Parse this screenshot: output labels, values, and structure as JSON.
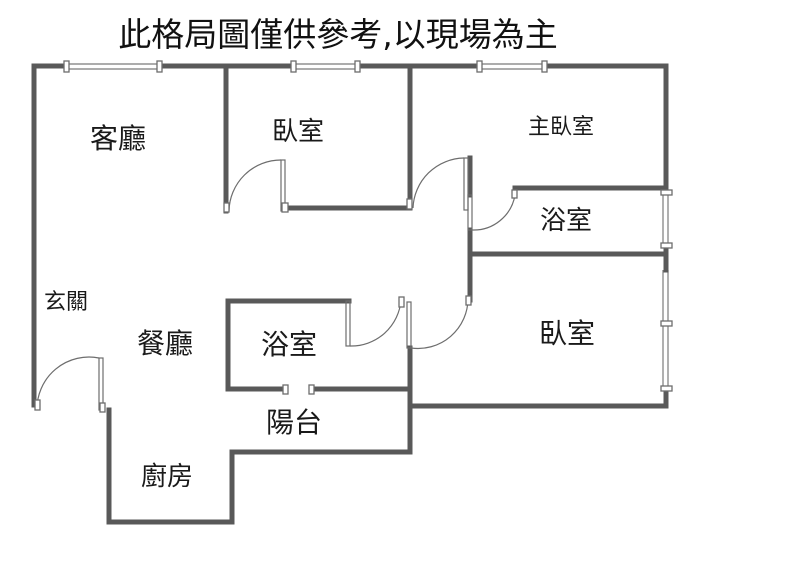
{
  "title": "此格局圖僅供參考,以現場為主",
  "rooms": {
    "living_room": "客廳",
    "bedroom_top": "臥室",
    "master_bedroom": "主臥室",
    "bathroom_master": "浴室",
    "entrance": "玄關",
    "dining_room": "餐廳",
    "bathroom_center": "浴室",
    "bedroom_right": "臥室",
    "balcony": "陽台",
    "kitchen": "廚房"
  }
}
